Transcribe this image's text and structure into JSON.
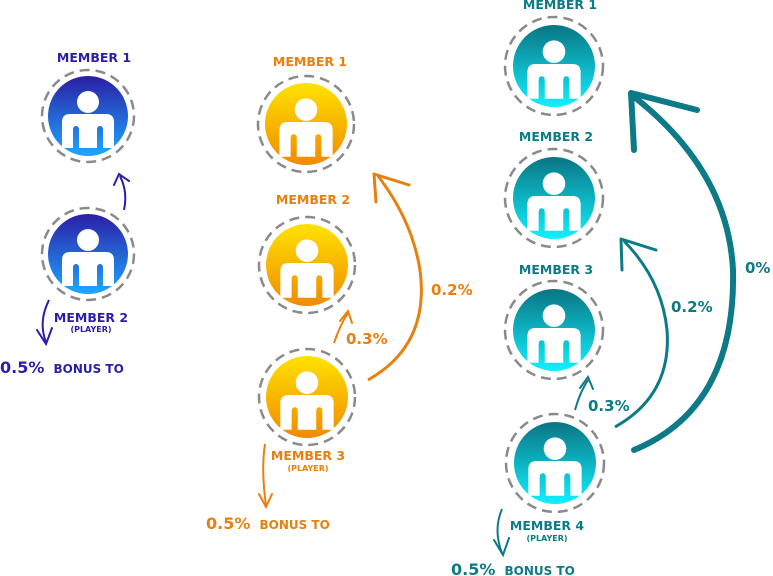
{
  "groups": [
    {
      "id": "blue",
      "color": "#2a1fa8",
      "gradient": [
        "#2b1ea6",
        "#1ea8ff"
      ],
      "members": [
        {
          "name": "MEMBER 1",
          "role": ""
        },
        {
          "name": "MEMBER 2",
          "role": "(PLAYER)"
        }
      ],
      "arrows": [
        {
          "from": "MEMBER 2",
          "to": "MEMBER 1",
          "label": ""
        }
      ],
      "bonus": {
        "percent": "0.5%",
        "text": "BONUS TO"
      }
    },
    {
      "id": "orange",
      "color": "#e8800e",
      "gradient": [
        "#ffe000",
        "#f08a00"
      ],
      "members": [
        {
          "name": "MEMBER 1",
          "role": ""
        },
        {
          "name": "MEMBER 2",
          "role": ""
        },
        {
          "name": "MEMBER 3",
          "role": "(PLAYER)"
        }
      ],
      "arrows": [
        {
          "from": "MEMBER 3",
          "to": "MEMBER 2",
          "label": "0.3%"
        },
        {
          "from": "MEMBER 3",
          "to": "MEMBER 1",
          "label": "0.2%"
        }
      ],
      "bonus": {
        "percent": "0.5%",
        "text": "BONUS TO"
      }
    },
    {
      "id": "teal",
      "color": "#0d7b87",
      "gradient": [
        "#0a7584",
        "#10f0ff"
      ],
      "members": [
        {
          "name": "MEMBER 1",
          "role": ""
        },
        {
          "name": "MEMBER 2",
          "role": ""
        },
        {
          "name": "MEMBER 3",
          "role": ""
        },
        {
          "name": "MEMBER 4",
          "role": "(PLAYER)"
        }
      ],
      "arrows": [
        {
          "from": "MEMBER 4",
          "to": "MEMBER 3",
          "label": "0.3%"
        },
        {
          "from": "MEMBER 4",
          "to": "MEMBER 2",
          "label": "0.2%"
        },
        {
          "from": "MEMBER 4",
          "to": "MEMBER 1",
          "label": "0%"
        }
      ],
      "bonus": {
        "percent": "0.5%",
        "text": "BONUS TO"
      }
    }
  ]
}
